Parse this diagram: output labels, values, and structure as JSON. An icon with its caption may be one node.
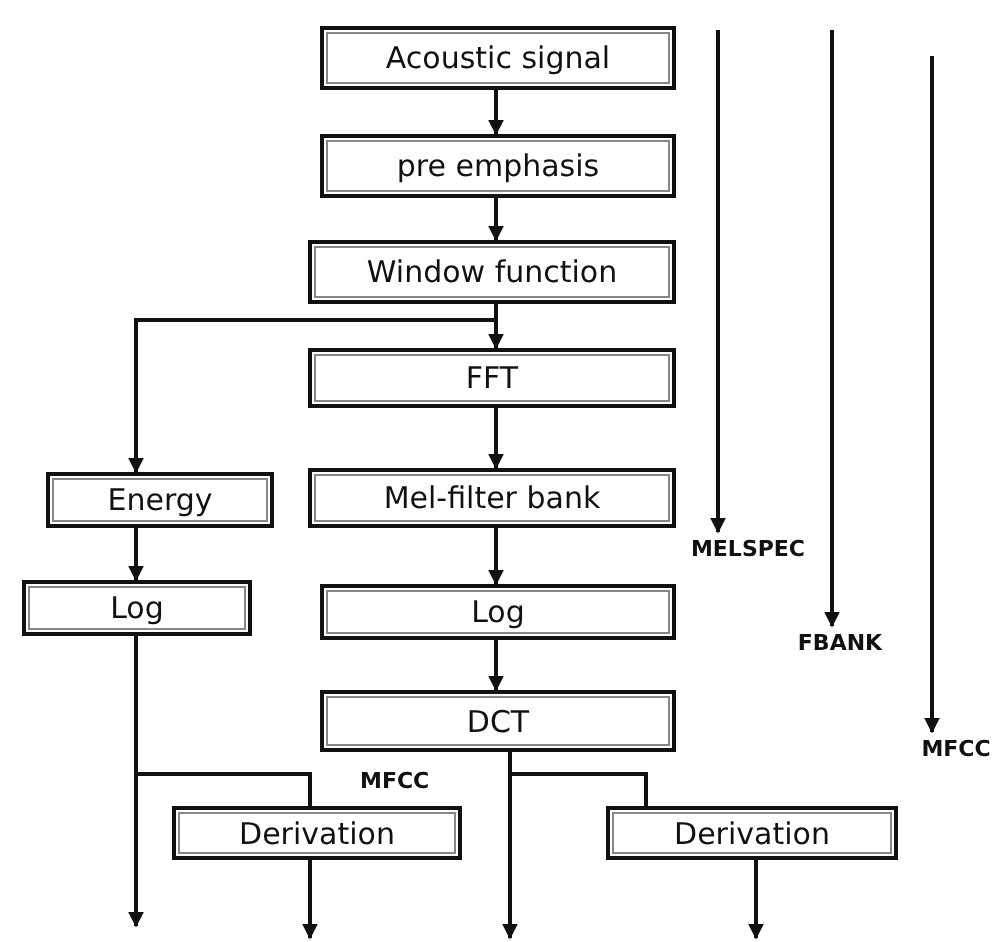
{
  "diagram": {
    "nodes": [
      {
        "text": [
          "Acoustic signal"
        ]
      },
      {
        "text": [
          "pre emphasis"
        ]
      },
      {
        "text": [
          "Window function"
        ]
      },
      {
        "text": [
          "FFT"
        ]
      },
      {
        "text": [
          "Energy"
        ]
      },
      {
        "text": [
          "Mel-filter bank"
        ]
      },
      {
        "text": [
          "Log"
        ]
      },
      {
        "text": [
          "Log"
        ]
      },
      {
        "text": [
          "DCT"
        ]
      },
      {
        "text": [
          "Derivation"
        ]
      },
      {
        "text": [
          "Derivation"
        ]
      },
      {
        "text": [
          "MELSPEC"
        ]
      },
      {
        "text": [
          "FBANK"
        ]
      },
      {
        "text": [
          "MFCC"
        ]
      }
    ],
    "edges": [
      {
        "from": 0,
        "to": 1,
        "arrow": "to"
      },
      {
        "from": 1,
        "to": 2,
        "arrow": "to"
      },
      {
        "from": 2,
        "to": 3,
        "arrow": "to"
      },
      {
        "from": 2,
        "to": 4,
        "arrow": "to"
      },
      {
        "from": 3,
        "to": 5,
        "arrow": "to"
      },
      {
        "from": 4,
        "to": 6,
        "arrow": "to"
      },
      {
        "from": 5,
        "to": 7,
        "arrow": "to"
      },
      {
        "from": 7,
        "to": 8,
        "arrow": "to"
      },
      {
        "from": 6,
        "to": null,
        "arrow": "to"
      },
      {
        "from": 6,
        "to": 9,
        "arrow": "none"
      },
      {
        "from": 8,
        "to": null,
        "arrow": "to"
      },
      {
        "from": 8,
        "to": 10,
        "arrow": "none"
      },
      {
        "from": 9,
        "to": null,
        "arrow": "to"
      },
      {
        "from": 10,
        "to": null,
        "arrow": "to"
      },
      {
        "from": null,
        "to": 11,
        "arrow": "to"
      },
      {
        "from": null,
        "to": 12,
        "arrow": "to"
      },
      {
        "from": null,
        "to": 13,
        "arrow": "to"
      }
    ],
    "labels": [
      "MFCC"
    ]
  }
}
